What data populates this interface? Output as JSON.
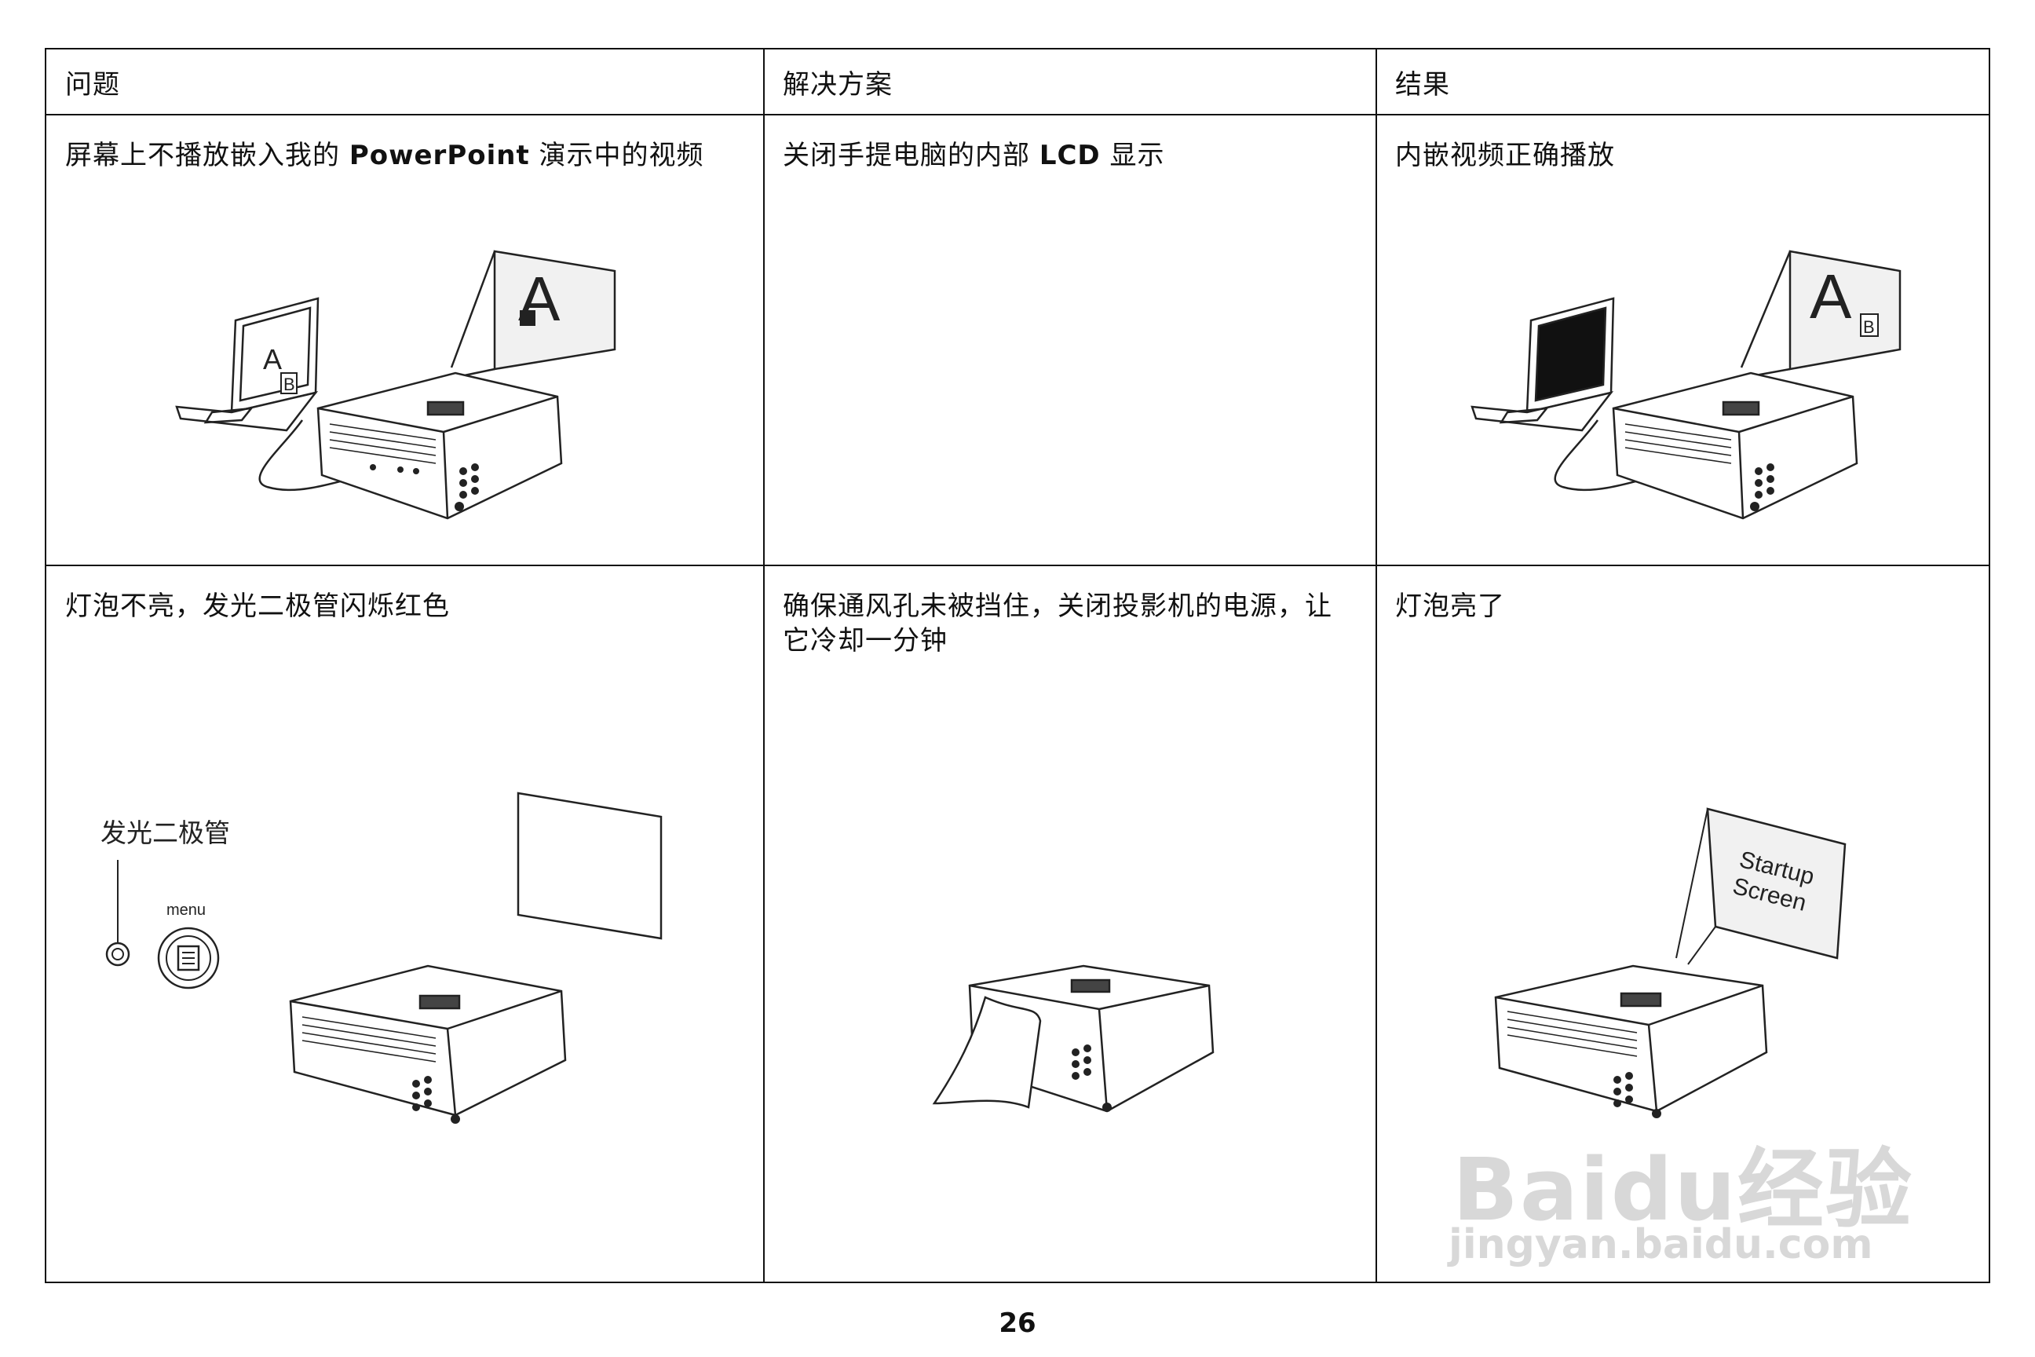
{
  "table": {
    "headers": [
      "问题",
      "解决方案",
      "结果"
    ],
    "rows": [
      {
        "problem": {
          "pre": "屏幕上不播放嵌入我的 ",
          "brand": "PowerPoint",
          "post": " 演示中的视频"
        },
        "solution": {
          "pre": "关闭手提电脑的内部 ",
          "brand": "LCD",
          "post": " 显示"
        },
        "result": "内嵌视频正确播放"
      },
      {
        "problem": "灯泡不亮，发光二极管闪烁红色",
        "solution_line1": "确保通风孔未被挡住，关闭投影机的电源，让",
        "solution_line2": "它冷却一分钟",
        "result": "灯泡亮了"
      }
    ]
  },
  "illustrations": {
    "screen_letter_a": "A",
    "screen_letter_b": "B",
    "led_label": "发光二极管",
    "menu_label": "menu",
    "startup_line1": "Startup",
    "startup_line2": "Screen"
  },
  "page_number": "26",
  "watermark": {
    "brand": "Bai",
    "brand2": "du",
    "suffix": "经验",
    "url": "jingyan.baidu.com"
  }
}
